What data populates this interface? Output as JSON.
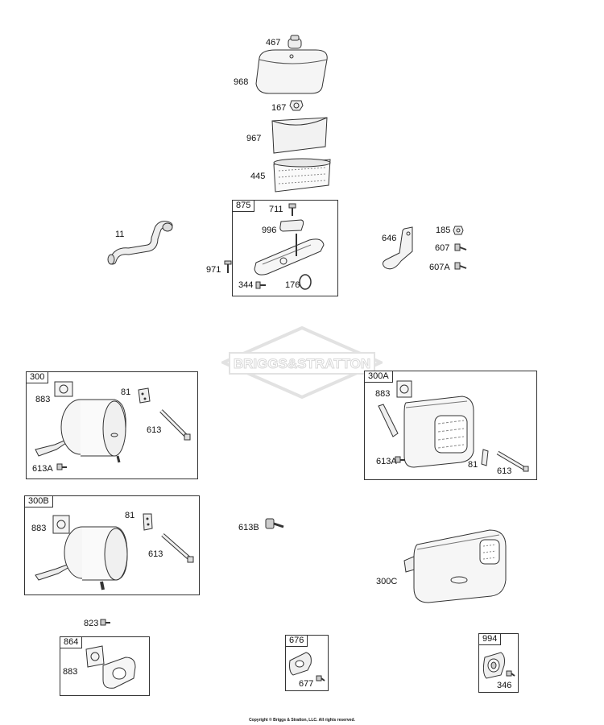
{
  "watermark": "BRIGGS&STRATTON",
  "copyright": "Copyright © Briggs & Stratton, LLC. All rights reserved.",
  "top_assembly": {
    "labels": [
      "467",
      "968",
      "167",
      "967",
      "445"
    ]
  },
  "kit_875": {
    "tag": "875",
    "labels": [
      "711",
      "996",
      "971",
      "344",
      "176"
    ]
  },
  "loose_parts": {
    "p11": "11",
    "p646": "646",
    "p185": "185",
    "p607": "607",
    "p607a": "607A",
    "p613b": "613B",
    "p300c": "300C",
    "p823": "823"
  },
  "kit_300": {
    "tag": "300",
    "labels": [
      "883",
      "81",
      "613",
      "613A"
    ]
  },
  "kit_300a": {
    "tag": "300A",
    "labels": [
      "883",
      "613A",
      "81",
      "613"
    ]
  },
  "kit_300b": {
    "tag": "300B",
    "labels": [
      "883",
      "81",
      "613"
    ]
  },
  "kit_864": {
    "tag": "864",
    "labels": [
      "883"
    ]
  },
  "kit_676": {
    "tag": "676",
    "labels": [
      "677"
    ]
  },
  "kit_994": {
    "tag": "994",
    "labels": [
      "346"
    ]
  }
}
